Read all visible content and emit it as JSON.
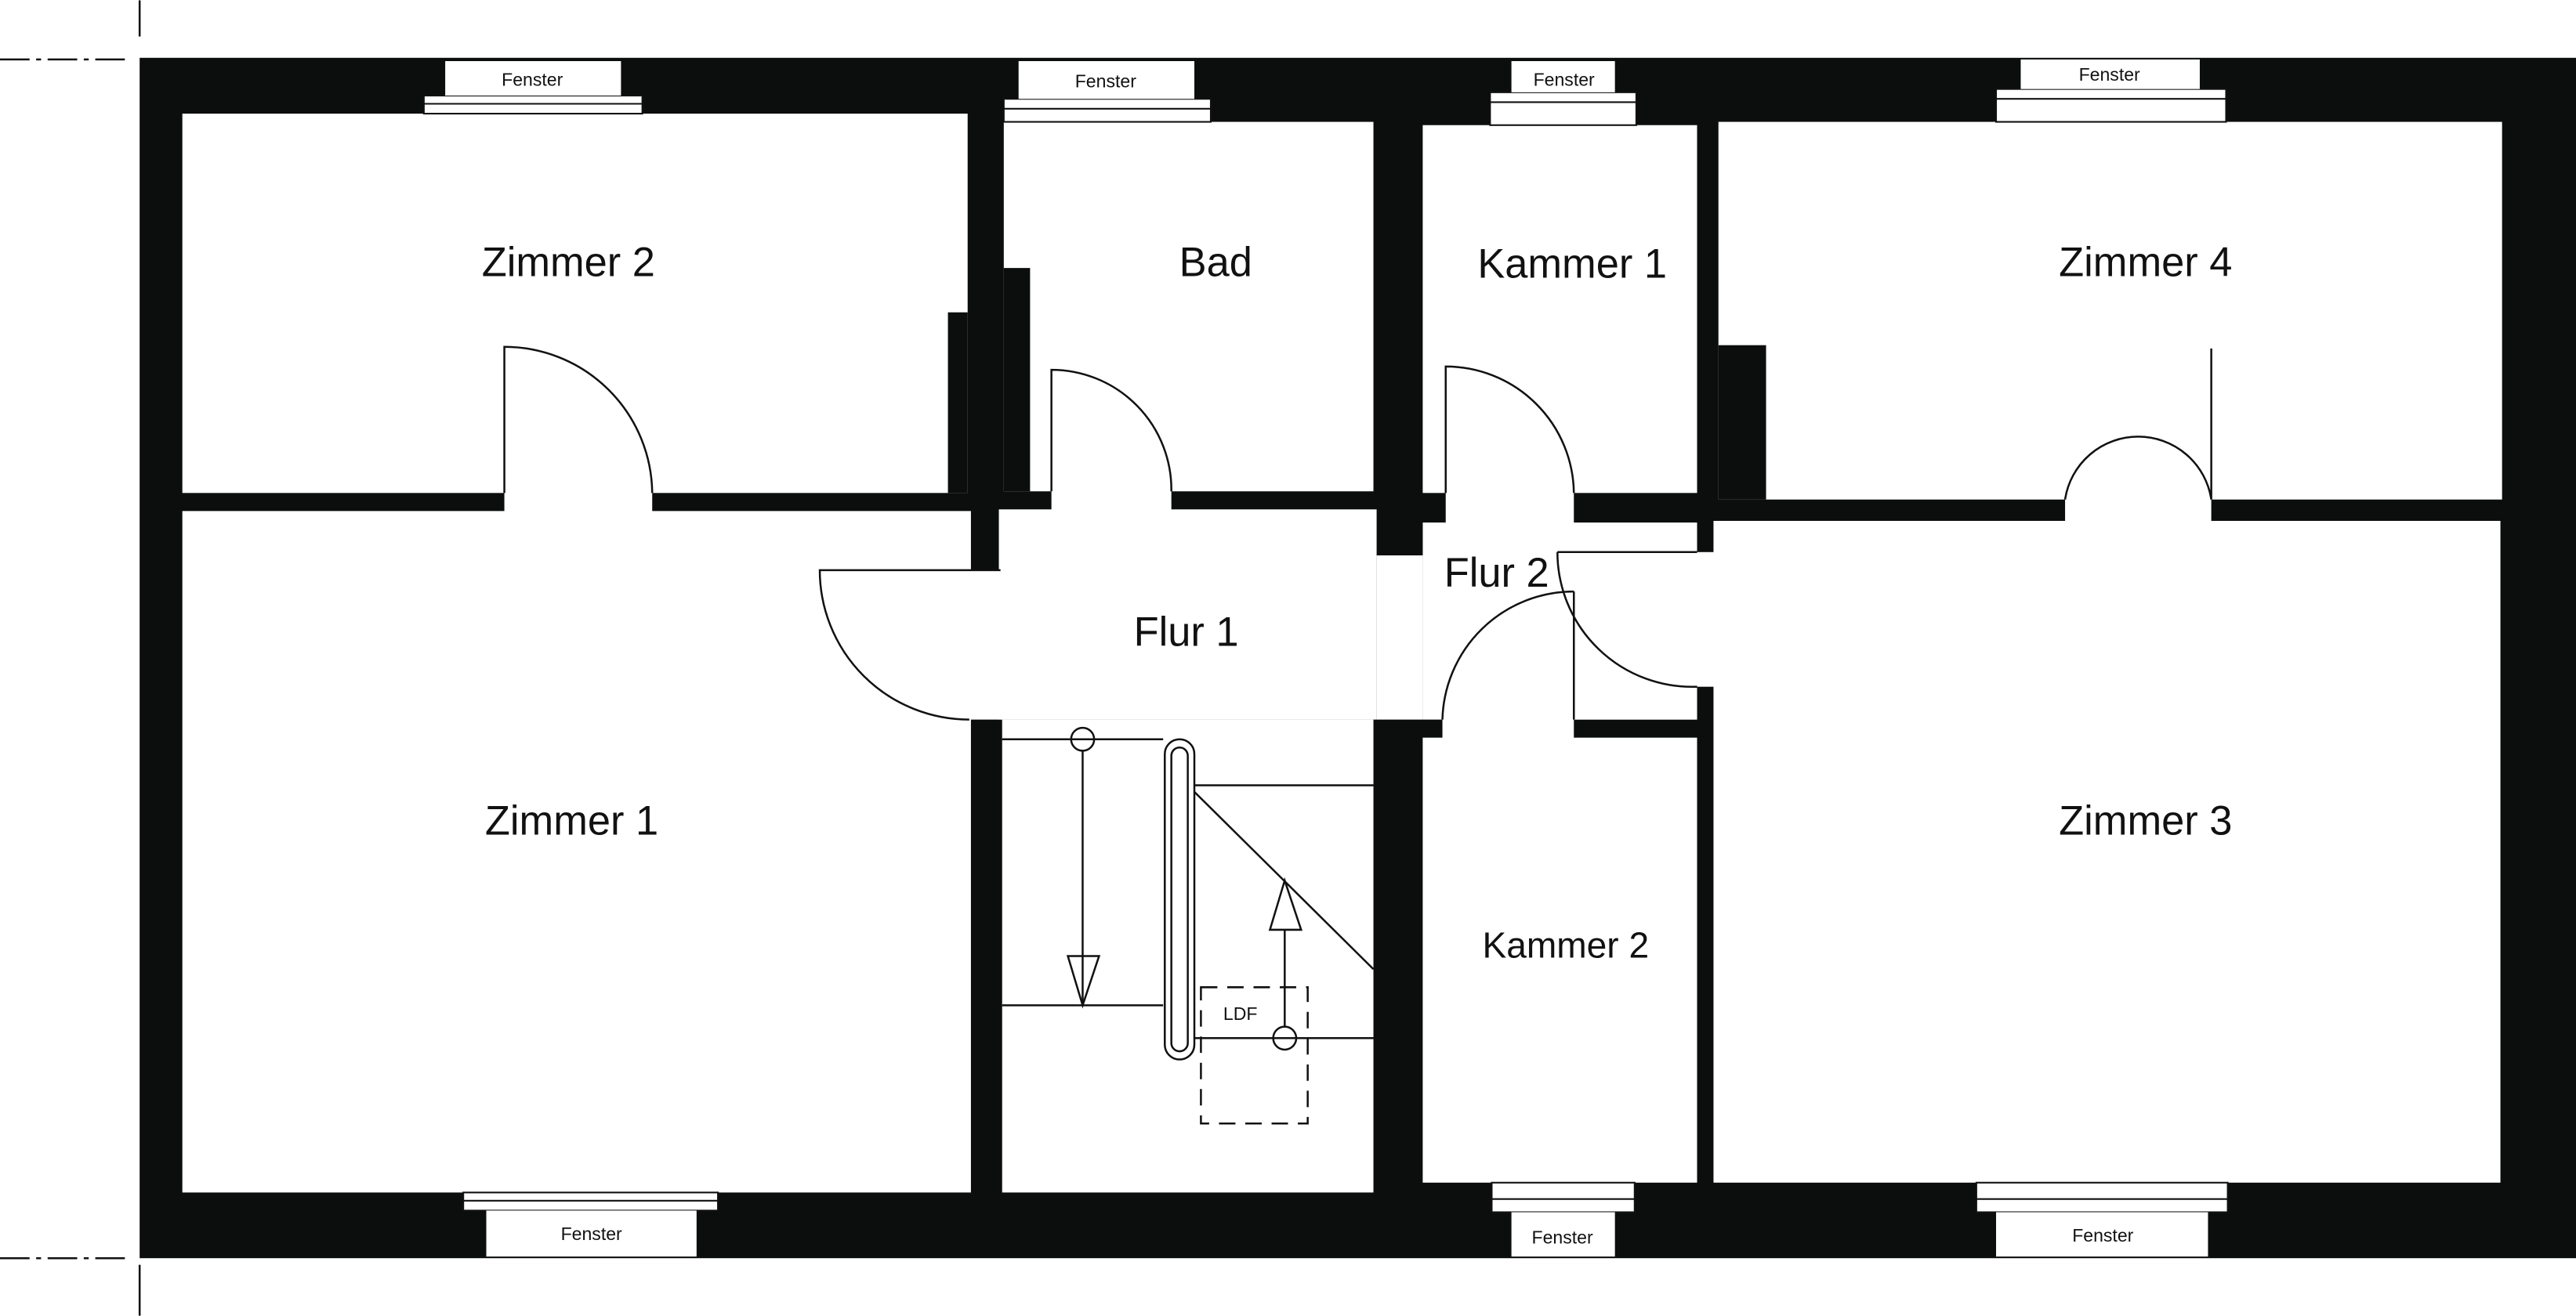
{
  "rooms": {
    "zimmer1": "Zimmer 1",
    "zimmer2": "Zimmer 2",
    "zimmer3": "Zimmer 3",
    "zimmer4": "Zimmer 4",
    "bad": "Bad",
    "kammer1": "Kammer 1",
    "kammer2": "Kammer 2",
    "flur1": "Flur 1",
    "flur2": "Flur 2"
  },
  "window_label": "Fenster",
  "ldf_label": "LDF",
  "colors": {
    "wall": "#0c0e0e",
    "floor": "#ffffff"
  }
}
